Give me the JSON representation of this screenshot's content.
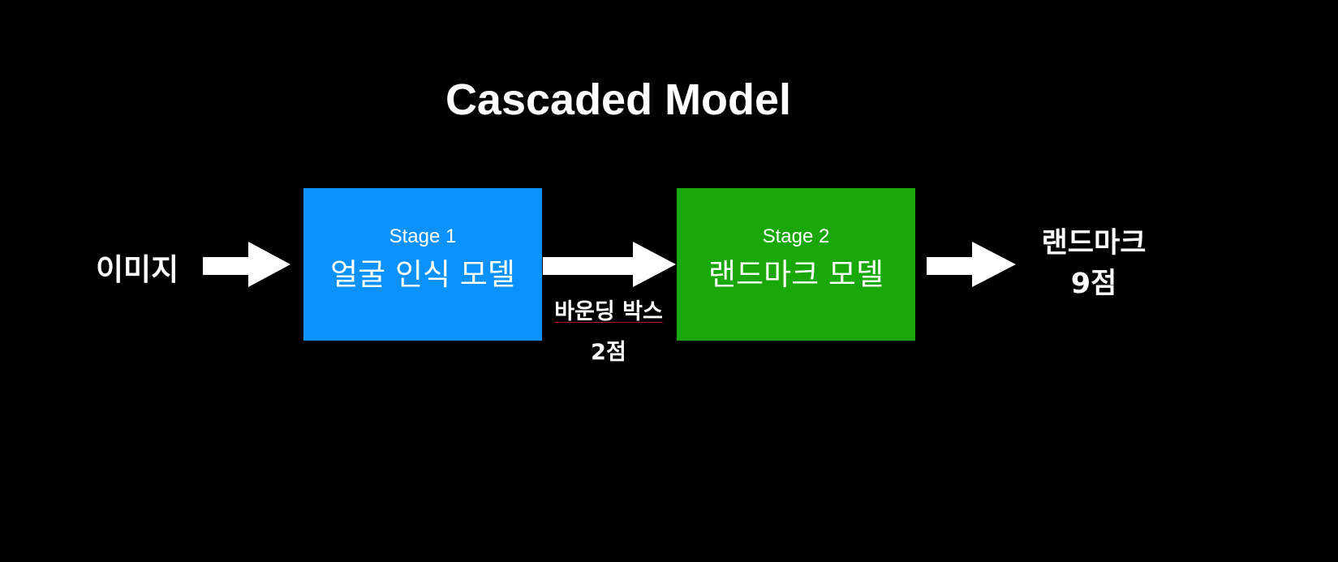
{
  "title": "Cascaded Model",
  "input": {
    "label": "이미지"
  },
  "stages": [
    {
      "stage_label": "Stage 1",
      "model_label": "얼굴 인식 모델",
      "color": "#0a92fa"
    },
    {
      "stage_label": "Stage 2",
      "model_label": "랜드마크 모델",
      "color": "#1aa70a"
    }
  ],
  "intermediate": {
    "line1": "바운딩 박스",
    "line2": "2점"
  },
  "output": {
    "line1": "랜드마크",
    "line2": "9점"
  },
  "arrows": [
    {
      "from": "input",
      "to": "stage1",
      "icon": "right-arrow-icon"
    },
    {
      "from": "stage1",
      "to": "stage2",
      "icon": "right-arrow-icon"
    },
    {
      "from": "stage2",
      "to": "output",
      "icon": "right-arrow-icon"
    }
  ]
}
